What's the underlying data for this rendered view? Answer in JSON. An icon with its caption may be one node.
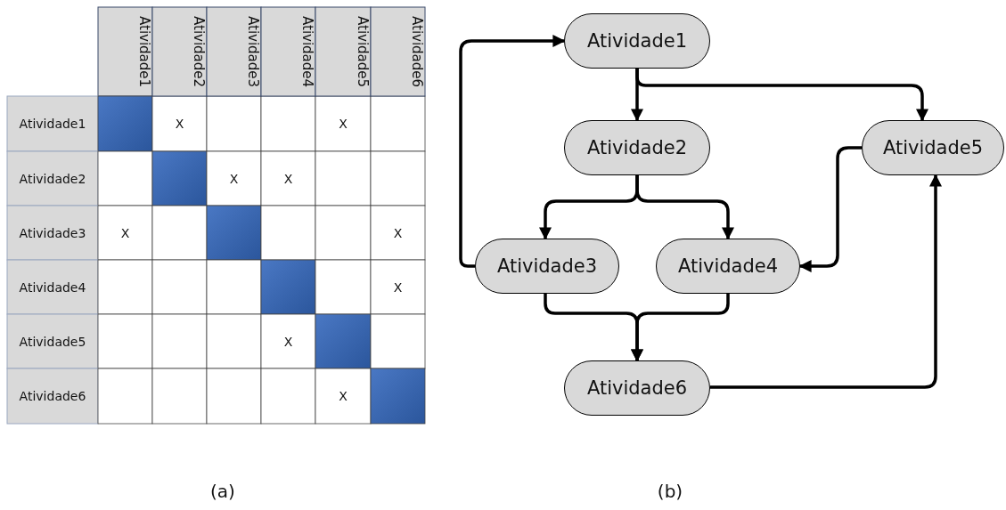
{
  "diagram": {
    "nodes": [
      {
        "text": [
          "Atividade1"
        ]
      },
      {
        "text": [
          "Atividade2"
        ]
      },
      {
        "text": [
          "Atividade5"
        ]
      },
      {
        "text": [
          "Atividade3"
        ]
      },
      {
        "text": [
          "Atividade4"
        ]
      },
      {
        "text": [
          "Atividade6"
        ]
      }
    ],
    "edges": [
      {
        "from": 0,
        "to": 1,
        "arrow": "to"
      },
      {
        "from": 0,
        "to": 2,
        "arrow": "to"
      },
      {
        "from": 1,
        "to": 3,
        "arrow": "to"
      },
      {
        "from": 1,
        "to": 4,
        "arrow": "to"
      },
      {
        "from": 3,
        "to": 0,
        "arrow": "to"
      },
      {
        "from": 2,
        "to": 4,
        "arrow": "to"
      },
      {
        "from": 3,
        "to": 5,
        "arrow": "to"
      },
      {
        "from": 4,
        "to": 5,
        "arrow": "to"
      },
      {
        "from": 5,
        "to": 2,
        "arrow": "to"
      }
    ],
    "labels": [
      "Atividade1",
      "Atividade2",
      "Atividade3",
      "Atividade4",
      "Atividade5",
      "Atividade6",
      "Atividade1",
      "X",
      "X",
      "Atividade2",
      "X",
      "X",
      "Atividade3",
      "X",
      "X",
      "Atividade4",
      "X",
      "Atividade5",
      "X",
      "Atividade6",
      "X",
      "(a)",
      "(b)"
    ]
  }
}
